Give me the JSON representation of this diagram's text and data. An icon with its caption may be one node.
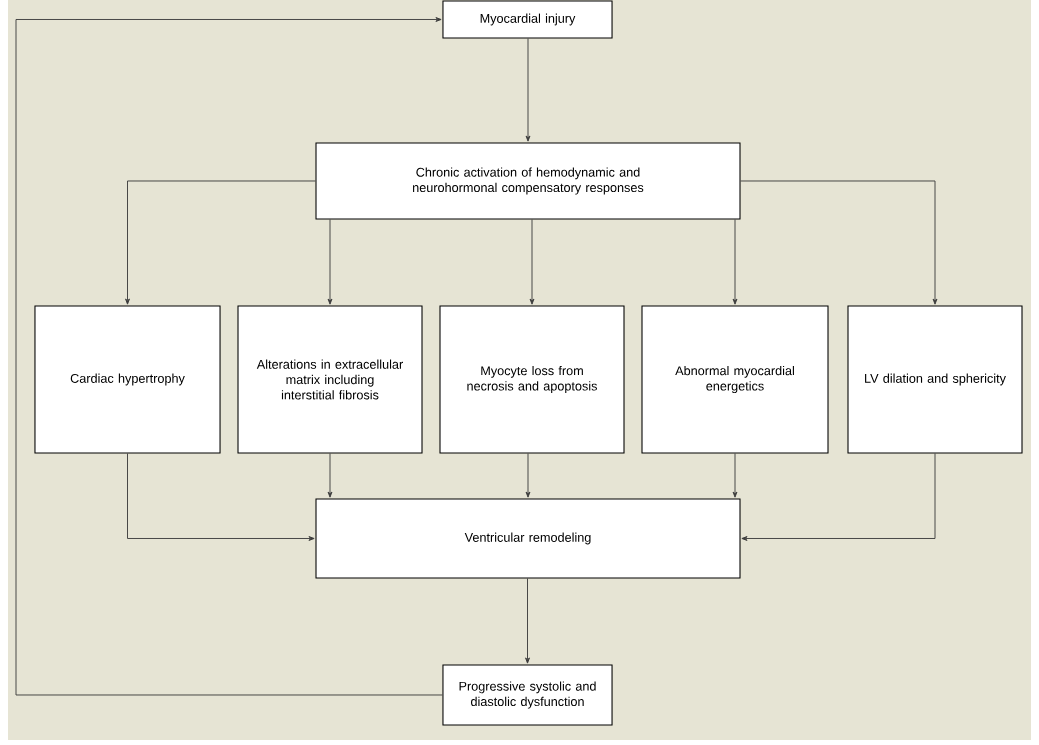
{
  "diagram": {
    "nodes": [
      {
        "text": [
          "Myocardial injury"
        ]
      },
      {
        "text": [
          "Chronic activation of hemodynamic and neurohormonal compensatory responses"
        ]
      },
      {
        "text": [
          "Cardiac hypertrophy"
        ]
      },
      {
        "text": [
          "Alterations in extracellular matrix including interstitial fibrosis"
        ]
      },
      {
        "text": [
          "Myocyte loss from necrosis and apoptosis"
        ]
      },
      {
        "text": [
          "Abnormal myocardial energetics"
        ]
      },
      {
        "text": [
          "LV dilation and sphericity"
        ]
      },
      {
        "text": [
          "Ventricular remodeling"
        ]
      },
      {
        "text": [
          "Progressive systolic and diastolic dysfunction"
        ]
      }
    ],
    "edges": [
      {
        "from": 0,
        "to": 1,
        "arrow": "to"
      },
      {
        "from": 1,
        "to": 2,
        "arrow": "to"
      },
      {
        "from": 1,
        "to": 3,
        "arrow": "to"
      },
      {
        "from": 1,
        "to": 4,
        "arrow": "to"
      },
      {
        "from": 1,
        "to": 5,
        "arrow": "to"
      },
      {
        "from": 1,
        "to": 6,
        "arrow": "to"
      },
      {
        "from": 2,
        "to": 7,
        "arrow": "to"
      },
      {
        "from": 3,
        "to": 7,
        "arrow": "to"
      },
      {
        "from": 4,
        "to": 7,
        "arrow": "to"
      },
      {
        "from": 5,
        "to": 7,
        "arrow": "to"
      },
      {
        "from": 6,
        "to": 7,
        "arrow": "to"
      },
      {
        "from": 7,
        "to": 8,
        "arrow": "to"
      },
      {
        "from": 8,
        "to": 0,
        "arrow": "to"
      }
    ]
  }
}
